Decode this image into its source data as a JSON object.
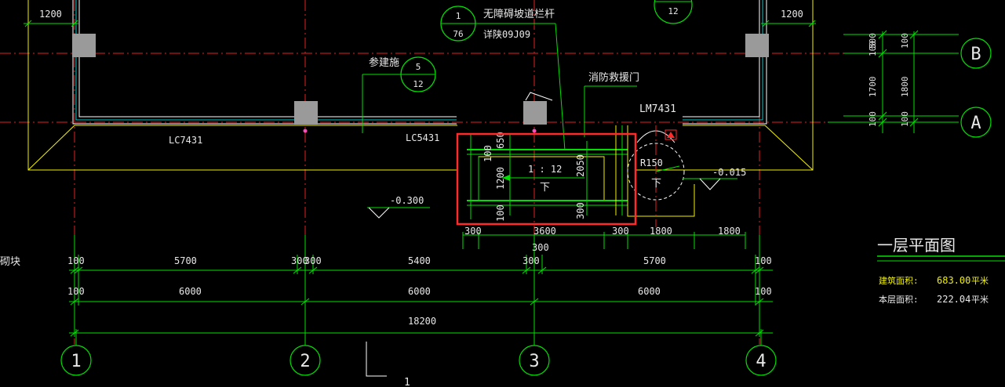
{
  "colors": {
    "background": "#000000",
    "grid_axis": "#e02020",
    "wall": "#ffffff",
    "wall_inner": "#00c8c8",
    "outline": "#f2f200",
    "dimension": "#00e000",
    "highlight": "#ff2a2a",
    "column": "#9a9a9a"
  },
  "grid_bubbles": {
    "b": "B",
    "a": "A",
    "g1": "1",
    "g2": "2",
    "g3": "3",
    "g4": "4"
  },
  "detail_refs": {
    "railing": {
      "title": "无障碍坡道栏杆",
      "num": "1",
      "sheet": "76",
      "atlas": "详陕09J09"
    },
    "building": {
      "label": "参建施",
      "num": "5",
      "sheet": "12"
    },
    "top": {
      "sheet": "12"
    }
  },
  "labels": {
    "fire_door": "消防救援门",
    "door_code": "LM7431",
    "window_left": "LC7431",
    "window_mid": "LC5431",
    "slope": "1 : 12",
    "down_ramp": "下",
    "down_door": "下",
    "radius": "R150",
    "level_right": "-0.015",
    "level_left": "-0.300",
    "left_edge": "砌块",
    "section_mark": "1"
  },
  "dims": {
    "top_left": "1200",
    "top_right": "1200",
    "right_500": "500",
    "right_100a": "100",
    "right_1700": "1700",
    "right_100b": "100",
    "right_1800": "1800",
    "right_100c": "100",
    "right_100d": "100",
    "ramp_650": "650",
    "ramp_100a": "100",
    "ramp_1200": "1200",
    "ramp_100b": "100",
    "ramp_2050": "2050",
    "ramp_300v": "300",
    "r1_300a": "300",
    "r1_3600": "3600",
    "r1_300b": "300",
    "r1_1800a": "1800",
    "r1_1800b": "1800",
    "r1_300c": "300",
    "r2_100a": "100",
    "r2_5700a": "5700",
    "r2_300a": "300",
    "r2_300b": "300",
    "r2_5400": "5400",
    "r2_300c": "300",
    "r2_5700b": "5700",
    "r2_100b": "100",
    "r3_100a": "100",
    "r3_6000a": "6000",
    "r3_6000b": "6000",
    "r3_6000c": "6000",
    "r3_100b": "100",
    "r4_total": "18200"
  },
  "title_block": {
    "title": "一层平面图",
    "area_label": "建筑面积:",
    "area_value": "683.00",
    "area_unit": "平米",
    "floor_label": "本层面积:",
    "floor_value": "222.04",
    "floor_unit": "平米"
  }
}
